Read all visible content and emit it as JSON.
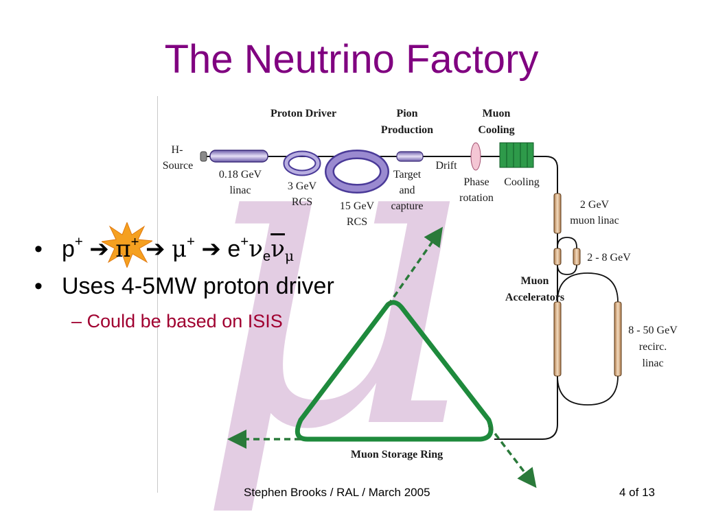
{
  "slide": {
    "title": "The Neutrino Factory",
    "background_letter": "μ",
    "accent_color": "#800080",
    "sub_bullet_color": "#a00030"
  },
  "bullets": {
    "reaction": {
      "p": "p",
      "pi": "π",
      "mu": "μ",
      "e": "e",
      "nu": "ν",
      "nu_e_sub": "e",
      "nu_mu_sub": "μ",
      "charge": "+",
      "arrow": "➔"
    },
    "driver": "Uses 4-5MW proton driver",
    "isis": "Could be based on ISIS",
    "sub_marker": "–"
  },
  "diagram": {
    "headers": {
      "proton_driver": "Proton Driver",
      "pion_production_1": "Pion",
      "pion_production_2": "Production",
      "muon_cooling_1": "Muon",
      "muon_cooling_2": "Cooling",
      "muon_accelerators_1": "Muon",
      "muon_accelerators_2": "Accelerators",
      "muon_storage_ring": "Muon Storage Ring"
    },
    "labels": {
      "h_source_1": "H-",
      "h_source_2": "Source",
      "linac_1": "0.18 GeV",
      "linac_2": "linac",
      "rcs3_1": "3 GeV",
      "rcs3_2": "RCS",
      "rcs15_1": "15 GeV",
      "rcs15_2": "RCS",
      "target_1": "Target",
      "target_2": "and",
      "target_3": "capture",
      "drift": "Drift",
      "phase_1": "Phase",
      "phase_2": "rotation",
      "cooling": "Cooling",
      "muon_linac_1": "2 GeV",
      "muon_linac_2": "muon linac",
      "rla1": "2 - 8 GeV",
      "rla2_1": "8 - 50 GeV",
      "rla2_2": "recirc.",
      "rla2_3": "linac"
    },
    "colors": {
      "ring": "#1e8a3c",
      "ring_arrows": "#2a7a3a",
      "linac": "#e8c9a0",
      "rcs": "#9a8ad0",
      "cooling": "#2e9a4a",
      "phase": "#f4c6d4"
    }
  },
  "footer": {
    "center": "Stephen Brooks / RAL / March 2005",
    "page": "4 of 13"
  }
}
